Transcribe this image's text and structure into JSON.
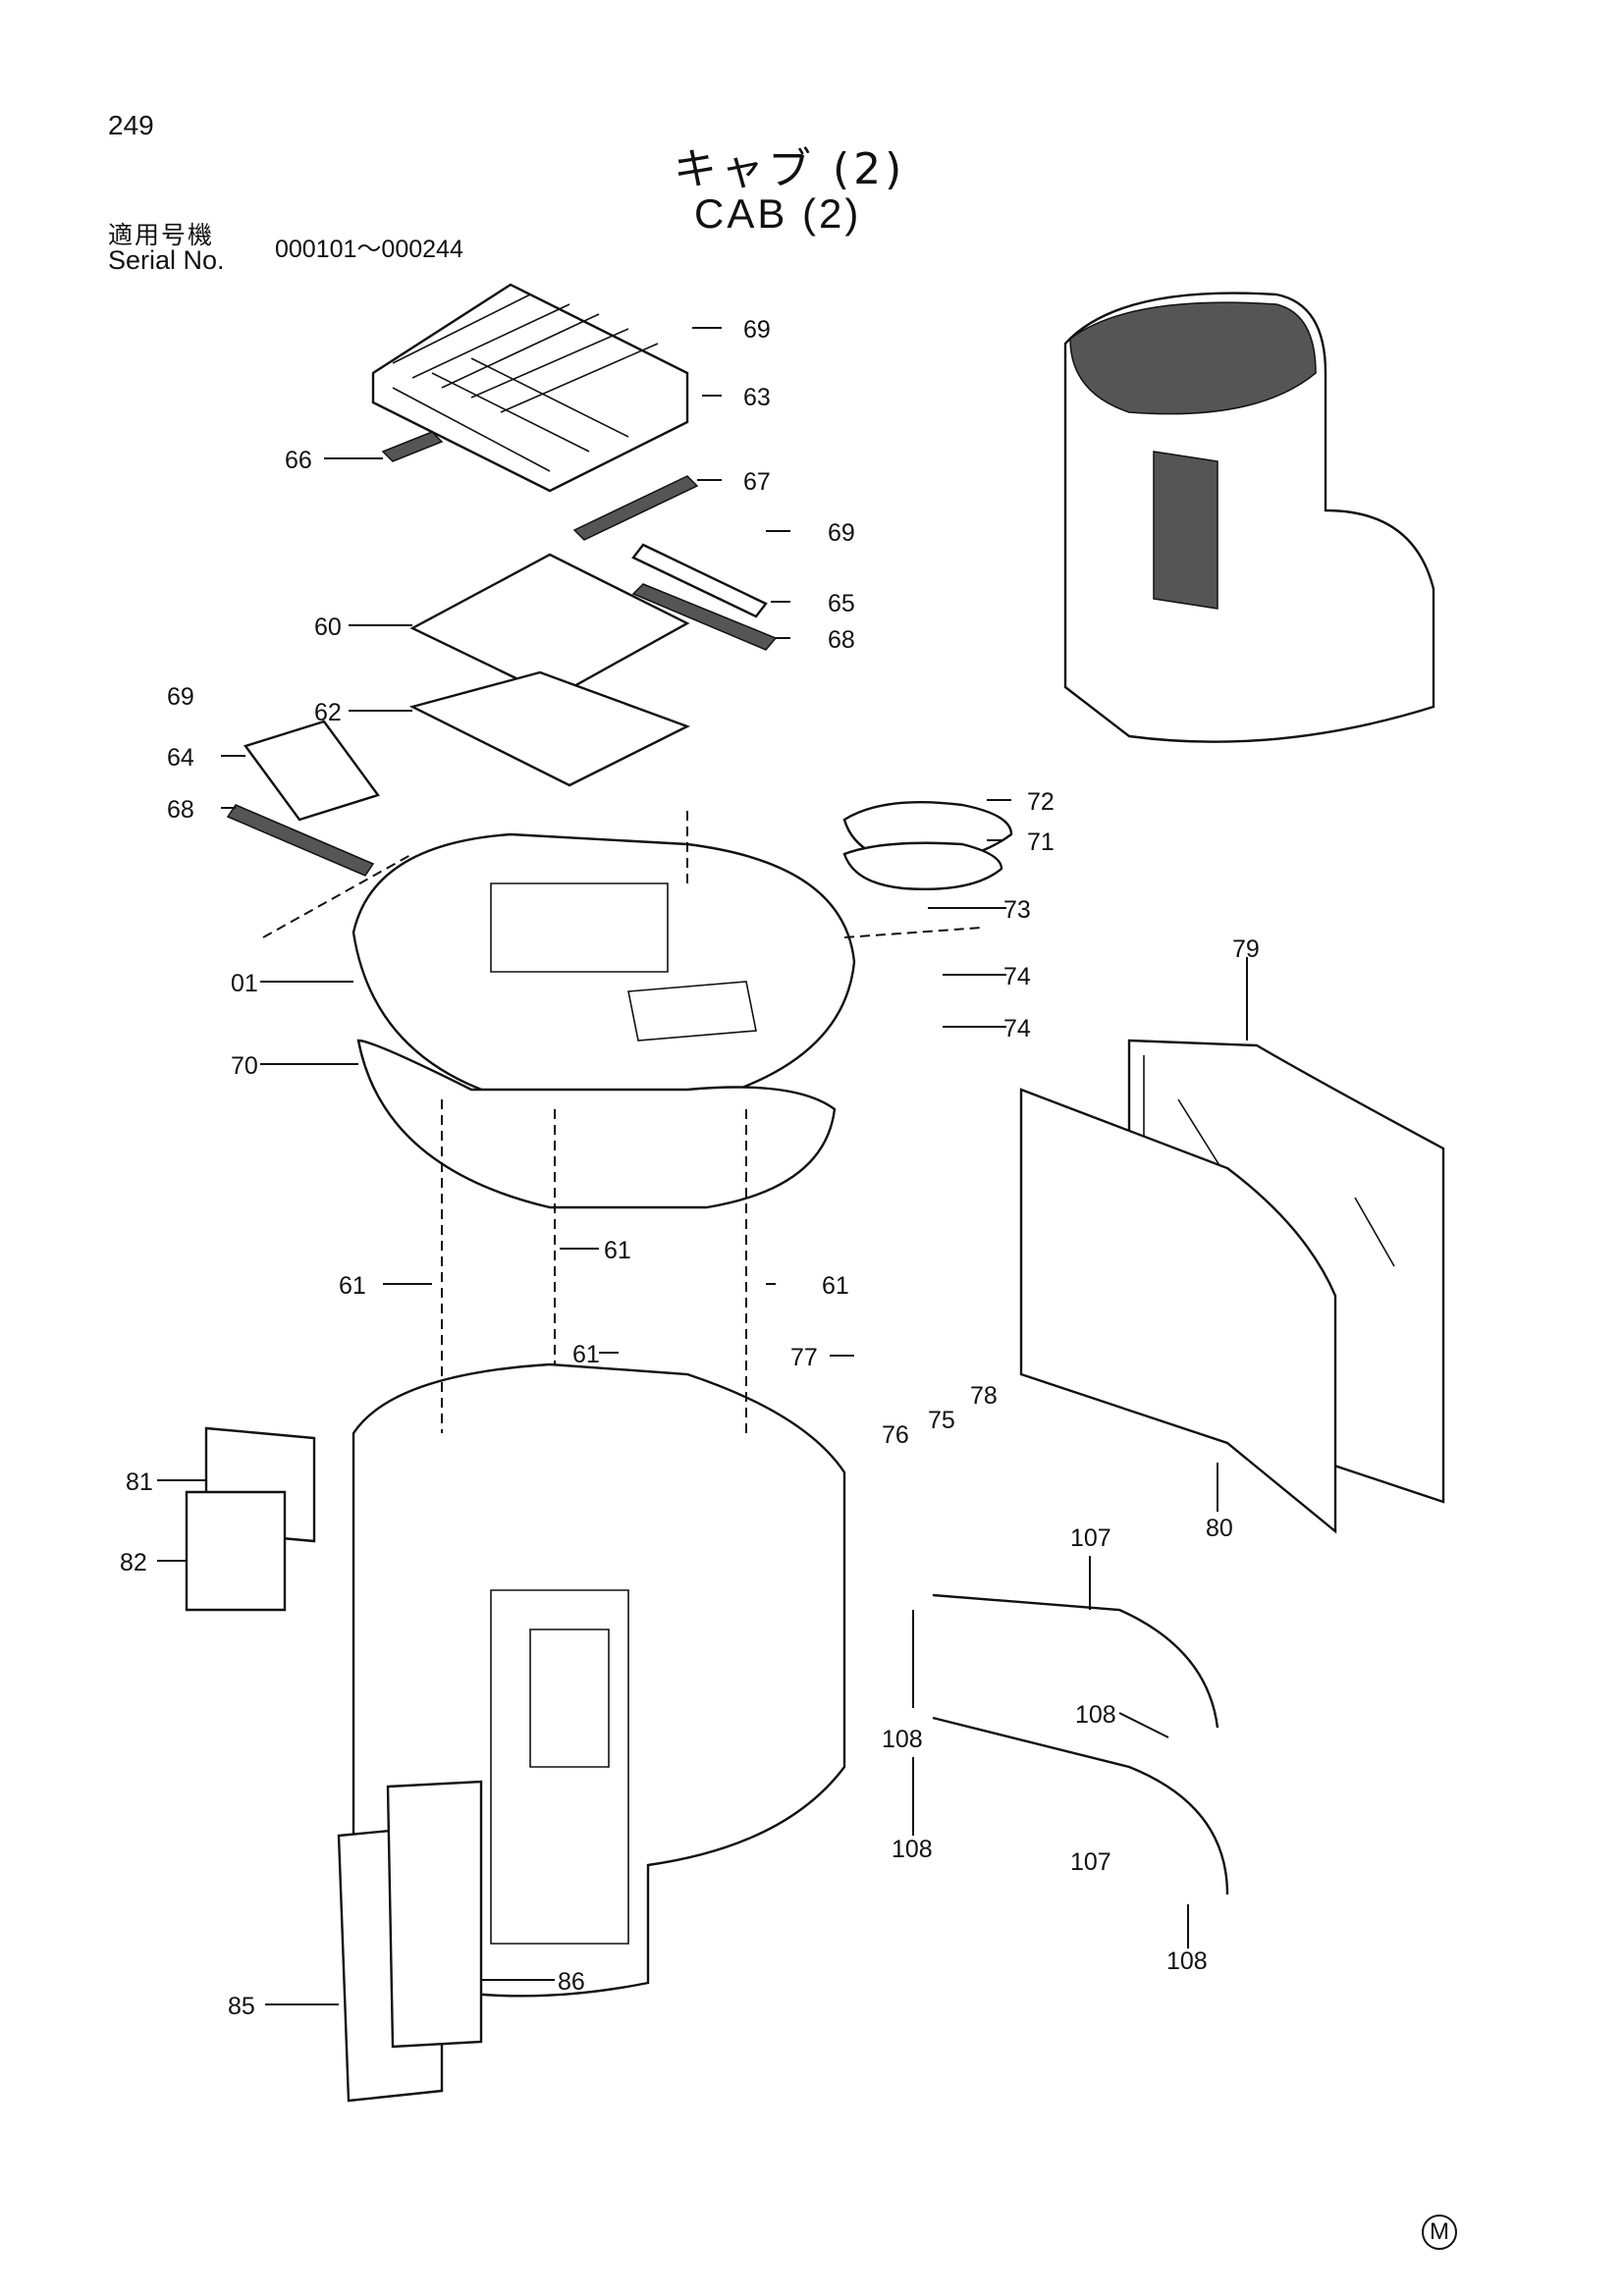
{
  "page": {
    "number": "249"
  },
  "title": {
    "jp": "キャブ (2)",
    "en": "CAB (2)"
  },
  "serial": {
    "label_jp": "適用号機",
    "label_en": "Serial No.",
    "range": "000101～000244"
  },
  "mark": "M",
  "callouts": [
    "69",
    "63",
    "66",
    "67",
    "69",
    "65",
    "60",
    "68",
    "69",
    "62",
    "64",
    "68",
    "72",
    "71",
    "73",
    "74",
    "74",
    "01",
    "79",
    "70",
    "61",
    "61",
    "61",
    "61",
    "77",
    "76",
    "75",
    "78",
    "81",
    "82",
    "80",
    "107",
    "108",
    "108",
    "108",
    "107",
    "108",
    "85",
    "86"
  ]
}
